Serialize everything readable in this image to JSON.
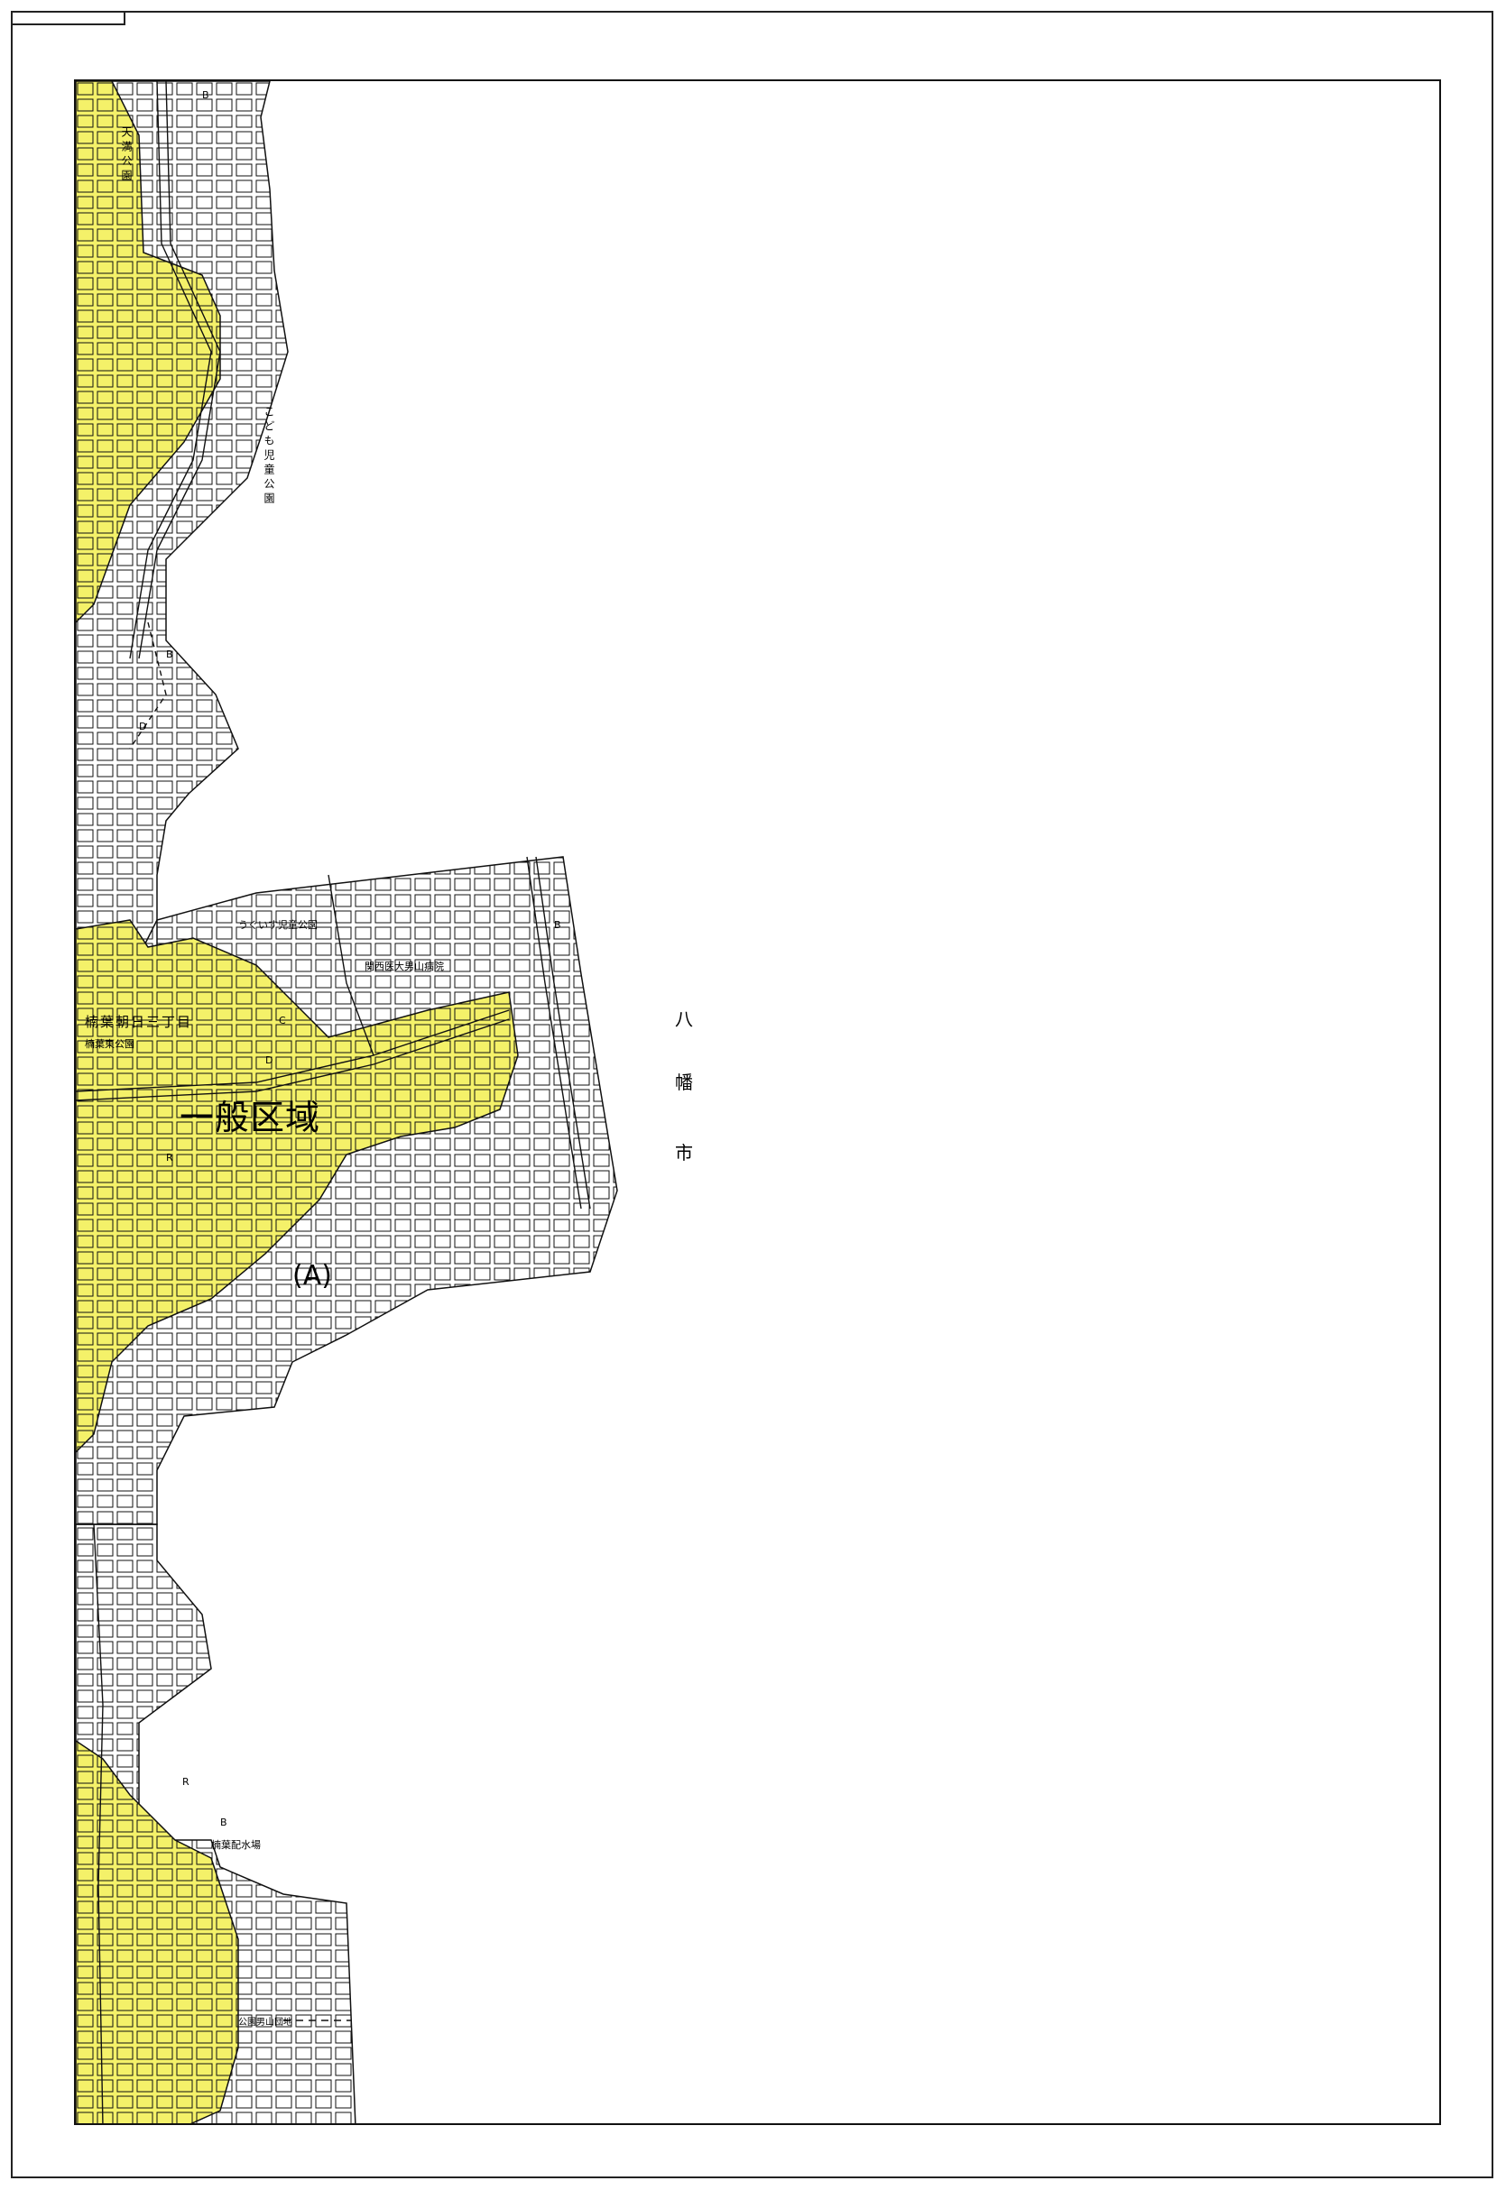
{
  "map": {
    "zone_label": "一般区域",
    "zone_code": "(A)",
    "city_name_chars": [
      "八",
      "幡",
      "市"
    ],
    "place_labels": {
      "tenmangu_park": "天満公園",
      "children_park_vertical": "こども児童公園",
      "uguisu_park": "うぐいす児童公園",
      "hospital": "関西医大男山病院",
      "kuzuha_asahi": "楠葉朝日三丁目",
      "kuzuha_higashi_park": "楠葉東公園",
      "water_station": "楠葉配水場",
      "otokoyama_park": "公園男山団地"
    },
    "legend_letters": [
      "B",
      "D",
      "R",
      "C"
    ],
    "colors": {
      "zone_fill": "#f4f169",
      "line": "#111111",
      "background": "#ffffff"
    }
  }
}
